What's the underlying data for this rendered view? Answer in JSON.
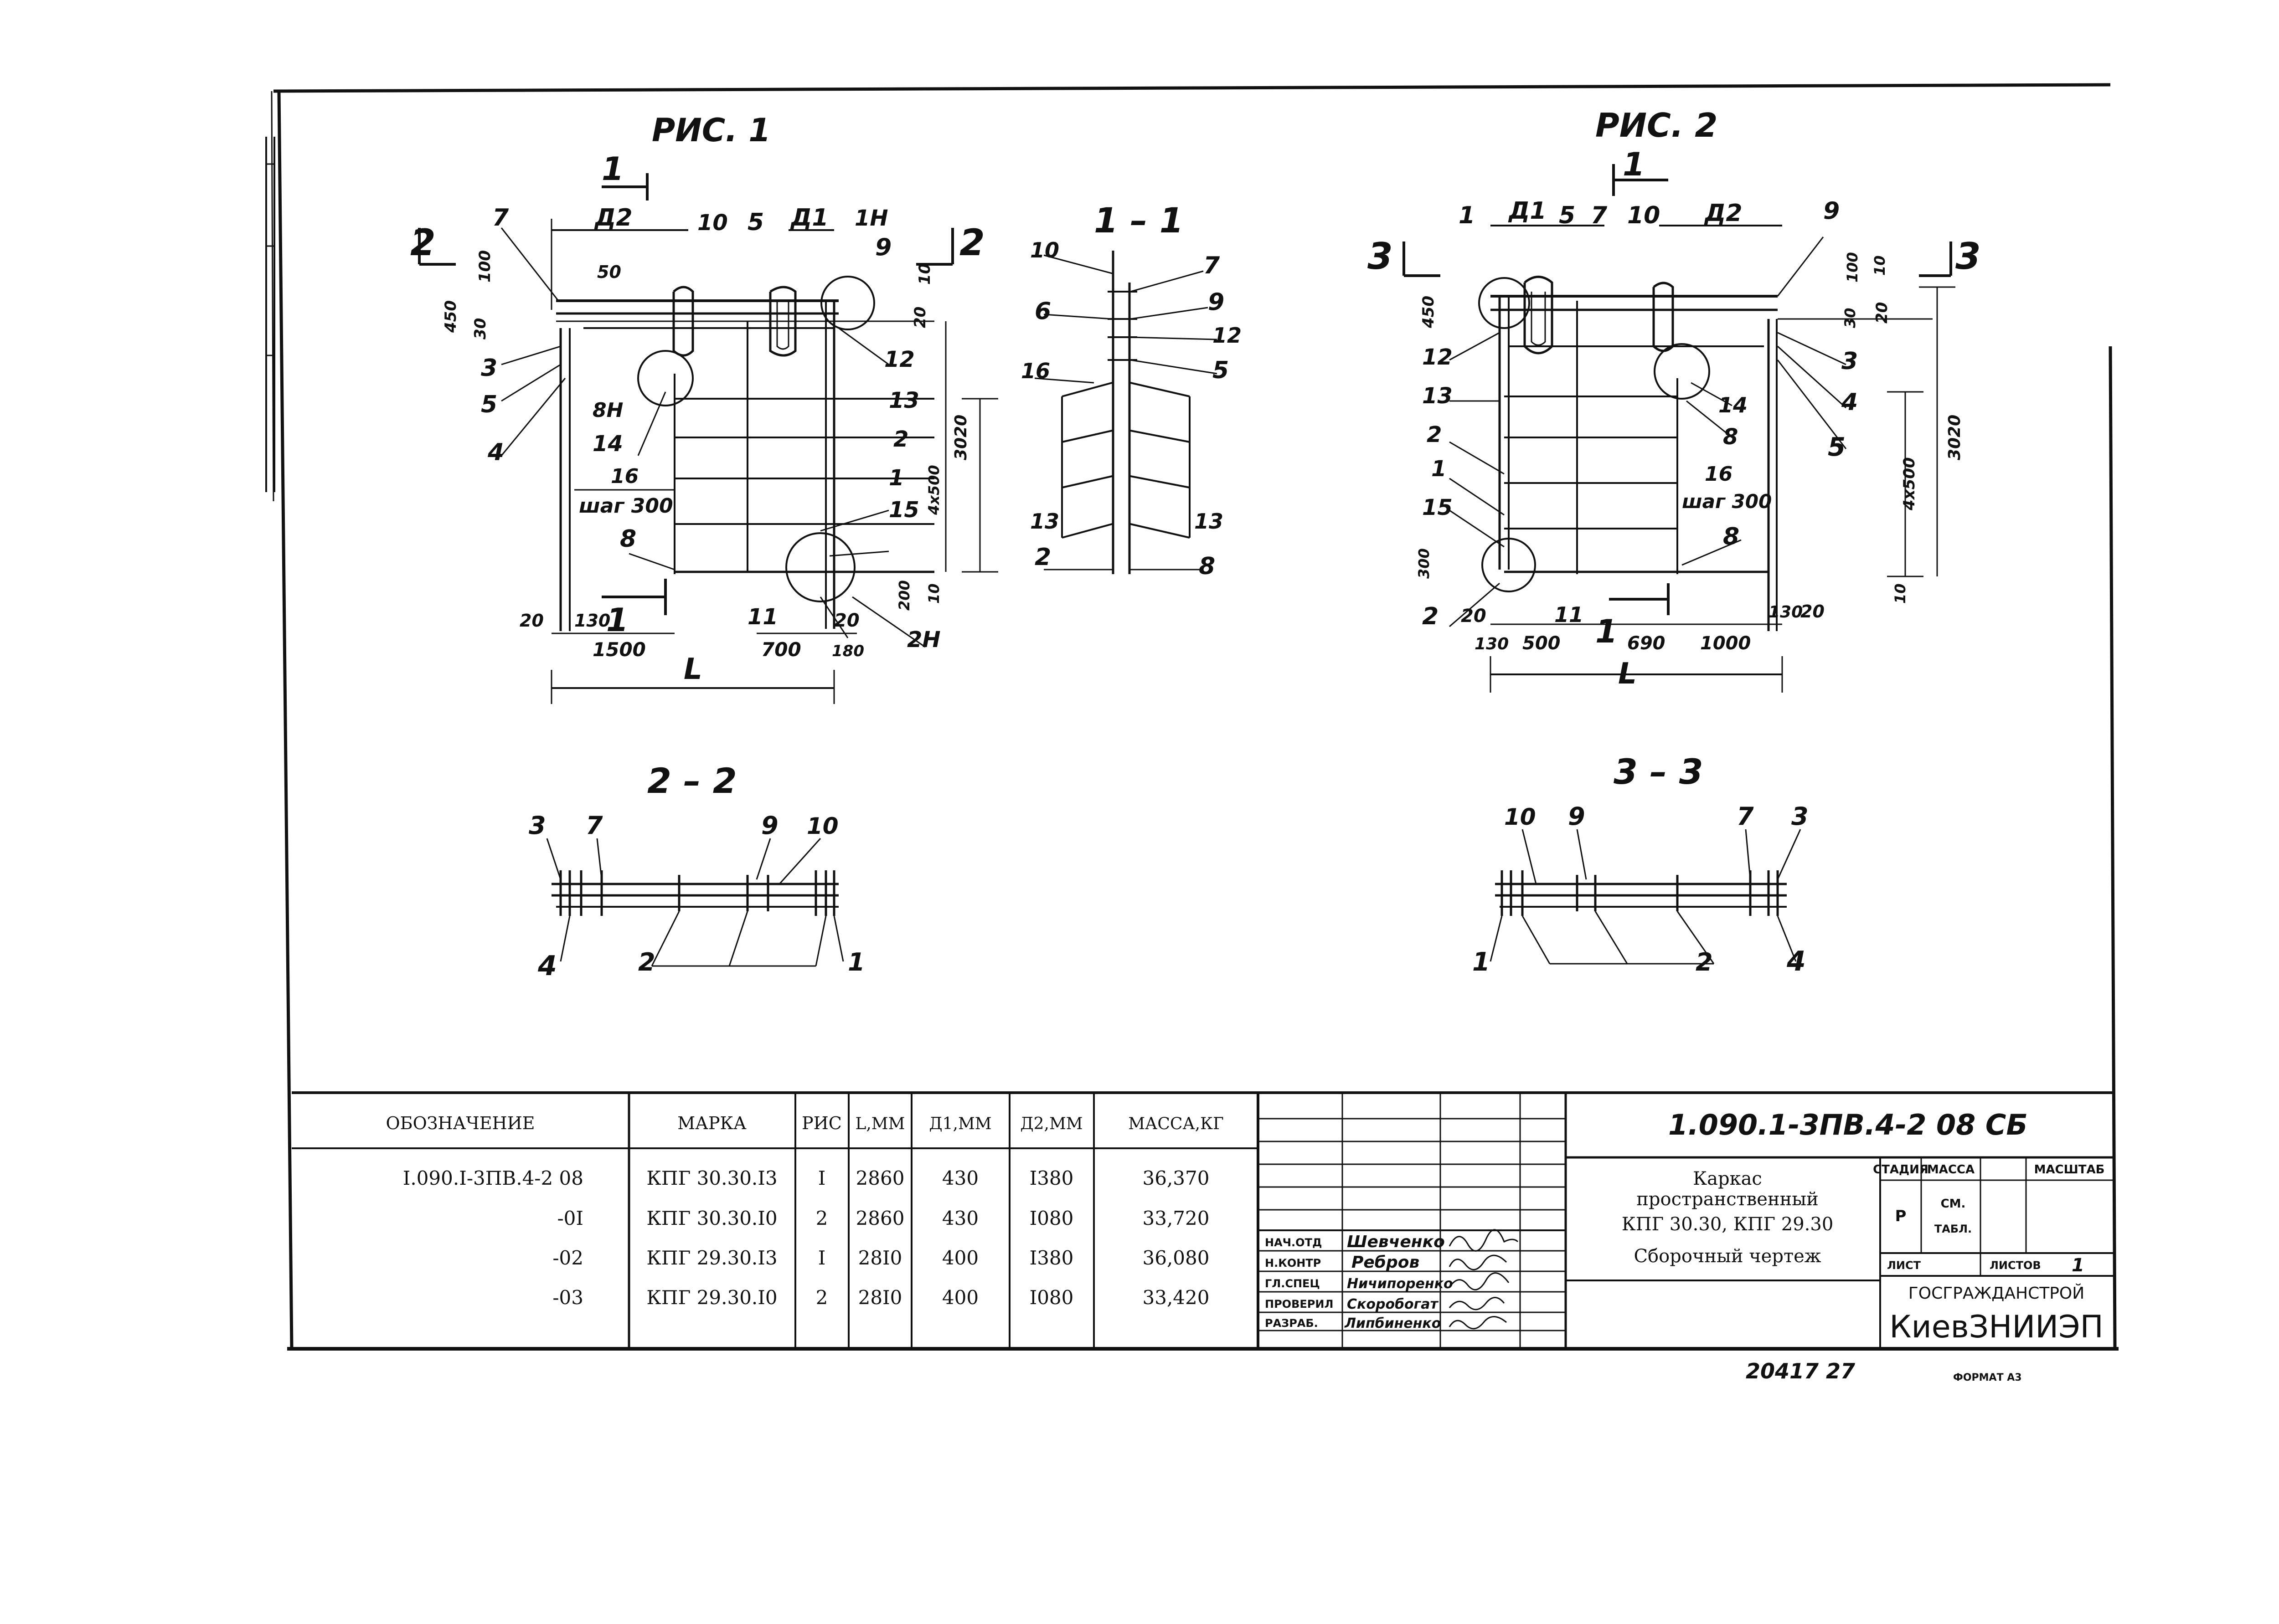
{
  "figures": {
    "fig1": {
      "title": "РИС. 1",
      "labels": [
        "1",
        "2",
        "2",
        "7",
        "Д2",
        "10",
        "5",
        "Д1",
        "1Н",
        "9",
        "100",
        "50",
        "10",
        "450",
        "30",
        "20",
        "3",
        "5",
        "4",
        "8Н",
        "14",
        "16",
        "шаг 300",
        "13",
        "2",
        "3020",
        "4x500",
        "1",
        "15",
        "8",
        "12",
        "20",
        "130",
        "1",
        "1500",
        "700",
        "180",
        "200",
        "10",
        "11",
        "20",
        "2Н",
        "L"
      ]
    },
    "section11": {
      "title": "1 – 1",
      "labels": [
        "10",
        "7",
        "6",
        "9",
        "12",
        "16",
        "5",
        "13",
        "13",
        "2",
        "8"
      ]
    },
    "fig2": {
      "title": "РИС. 2",
      "labels": [
        "1",
        "3",
        "3",
        "1",
        "Д1",
        "5",
        "7",
        "10",
        "Д2",
        "9",
        "450",
        "100",
        "10",
        "30",
        "20",
        "12",
        "3",
        "4",
        "14",
        "13",
        "8",
        "5",
        "2",
        "3020",
        "4x500",
        "1",
        "16",
        "шаг 300",
        "15",
        "8",
        "300",
        "2",
        "20",
        "11",
        "10",
        "130",
        "500",
        "1",
        "690",
        "1000",
        "130",
        "20",
        "L"
      ]
    },
    "section22": {
      "title": "2 – 2",
      "labels": [
        "3",
        "7",
        "9",
        "10",
        "4",
        "2",
        "1"
      ]
    },
    "section33": {
      "title": "3 – 3",
      "labels": [
        "10",
        "9",
        "7",
        "3",
        "1",
        "2",
        "4"
      ]
    }
  },
  "spec_table": {
    "headers": [
      "ОБОЗНАЧЕНИЕ",
      "МАРКА",
      "РИС",
      "L,ММ",
      "Д1,ММ",
      "Д2,ММ",
      "МАССА,КГ"
    ],
    "rows": [
      [
        "I.090.I-3ПВ.4-2 08",
        "КПГ 30.30.I3",
        "I",
        "2860",
        "430",
        "I380",
        "36,370"
      ],
      [
        "-0I",
        "КПГ 30.30.I0",
        "2",
        "2860",
        "430",
        "I080",
        "33,720"
      ],
      [
        "-02",
        "КПГ 29.30.I3",
        "I",
        "28I0",
        "400",
        "I380",
        "36,080"
      ],
      [
        "-03",
        "КПГ 29.30.I0",
        "2",
        "28I0",
        "400",
        "I080",
        "33,420"
      ]
    ]
  },
  "title_block": {
    "document_code": "1.090.1-3ПВ.4-2   08 СБ",
    "title_lines": [
      "Каркас",
      "пространственный",
      "КПГ 30.30, КПГ 29.30",
      "Сборочный чертеж"
    ],
    "stage_header": "СТАДИЯ",
    "mass_header": "МАССА",
    "scale_header": "МАСШТАБ",
    "stage_value": "Р",
    "mass_value_1": "СМ.",
    "mass_value_2": "ТАБЛ.",
    "sheet_label": "ЛИСТ",
    "sheets_label": "ЛИСТОВ",
    "sheets_value": "1",
    "org_1": "ГОСГРАЖДАНСТРОЙ",
    "org_2": "КиевЗНИИЭП",
    "signatures": [
      {
        "role": "НАЧ.ОТД",
        "name": "Шевченко"
      },
      {
        "role": "Н.КОНТР",
        "name": "Ребров"
      },
      {
        "role": "ГЛ.СПЕЦ",
        "name": "Ничипоренко"
      },
      {
        "role": "ПРОВЕРИЛ",
        "name": "Скоробогат"
      },
      {
        "role": "РАЗРАБ.",
        "name": "Липбиненко"
      }
    ]
  },
  "footer": {
    "inventory_number": "20417   27",
    "format": "ФОРМАТ А3"
  }
}
